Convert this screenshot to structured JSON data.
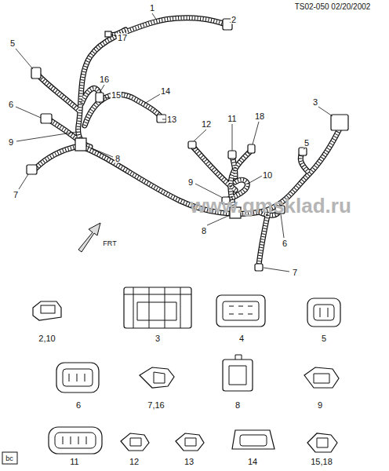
{
  "diagram": {
    "labels": [
      "TS02-050 02/20/2002",
      "1",
      "2",
      "17",
      "5",
      "16",
      "15",
      "14",
      "6",
      "13",
      "9",
      "8",
      "7",
      "3",
      "12",
      "11",
      "18",
      "5",
      "10",
      "9",
      "8",
      "6",
      "7",
      "www.gmsklad.ru",
      "FRT",
      "2,10",
      "3",
      "4",
      "5",
      "6",
      "7,16",
      "8",
      "9",
      "11",
      "12",
      "13",
      "14",
      "15,18",
      "bc"
    ]
  }
}
